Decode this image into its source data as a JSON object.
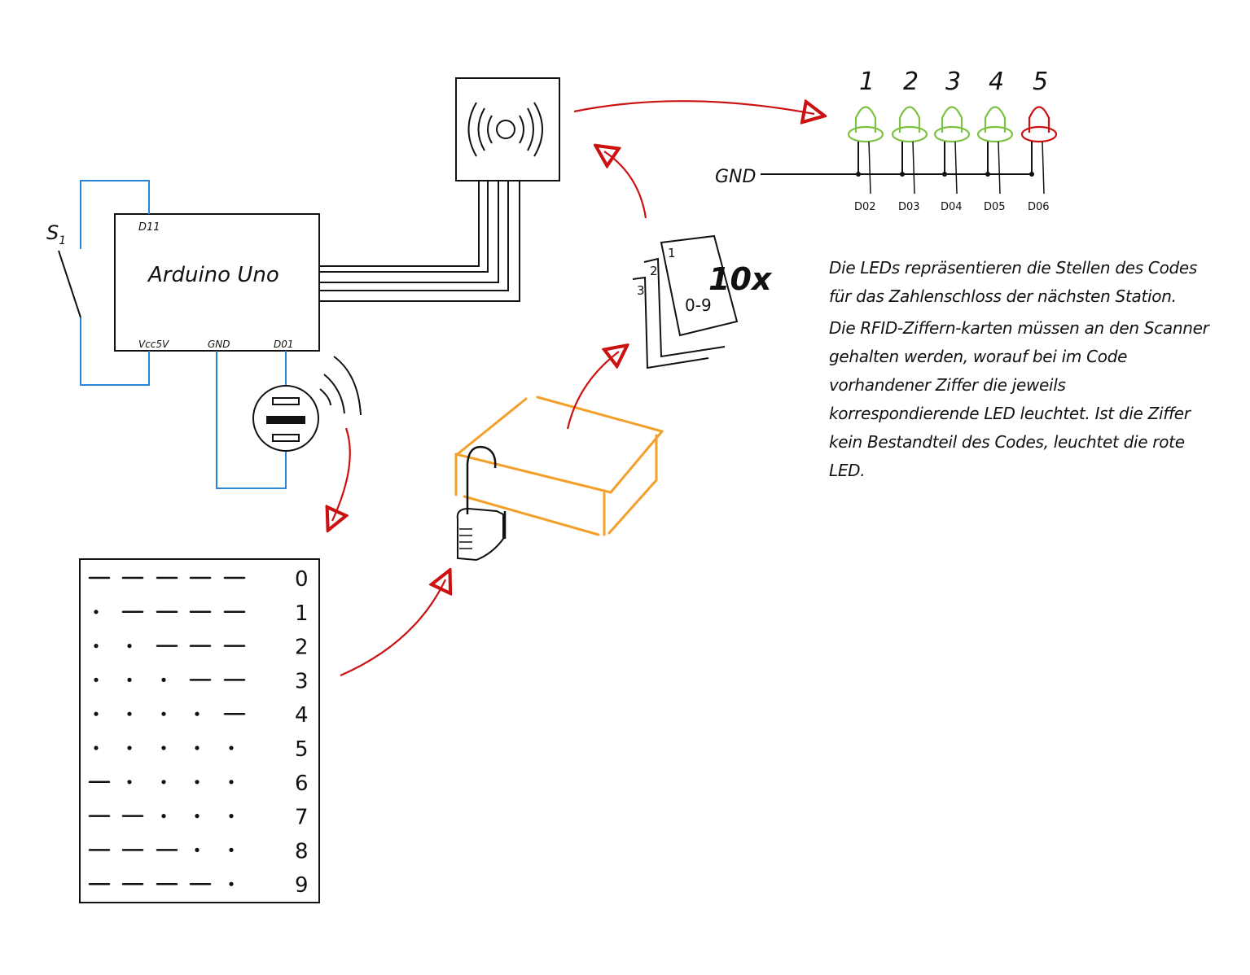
{
  "colors": {
    "ink": "#111111",
    "wire_blue": "#2a86db",
    "arrow_red": "#cc1111",
    "led_green": "#7dc142",
    "led_red": "#cc1111",
    "box_orange": "#f2a02a"
  },
  "arduino": {
    "label": "Arduino Uno",
    "pin_d11": "D11",
    "pin_vcc": "Vcc5V",
    "pin_gnd": "GND",
    "pin_d01": "D01"
  },
  "switch": {
    "label": "S",
    "subscript": "1"
  },
  "leds": {
    "gnd_label": "GND",
    "items": [
      {
        "number": "1",
        "pin": "D02",
        "color": "green"
      },
      {
        "number": "2",
        "pin": "D03",
        "color": "green"
      },
      {
        "number": "3",
        "pin": "D04",
        "color": "green"
      },
      {
        "number": "4",
        "pin": "D05",
        "color": "green"
      },
      {
        "number": "5",
        "pin": "D06",
        "color": "red"
      }
    ]
  },
  "cards": {
    "labels": [
      "1",
      "2",
      "3"
    ],
    "range": "0-9",
    "count": "10x"
  },
  "morse_table": {
    "rows": [
      {
        "digit": "0",
        "code": "-----"
      },
      {
        "digit": "1",
        "code": ".----"
      },
      {
        "digit": "2",
        "code": "..---"
      },
      {
        "digit": "3",
        "code": "...--"
      },
      {
        "digit": "4",
        "code": "....-"
      },
      {
        "digit": "5",
        "code": "....."
      },
      {
        "digit": "6",
        "code": "-...."
      },
      {
        "digit": "7",
        "code": "--..."
      },
      {
        "digit": "8",
        "code": "---.."
      },
      {
        "digit": "9",
        "code": "----."
      }
    ]
  },
  "notes": {
    "paragraph1": "Die LEDs repräsentieren die Stellen des Codes für das Zahlenschloss der nächsten Station.",
    "paragraph2": "Die RFID-Ziffern-karten müssen an den Scanner gehalten werden, worauf bei im Code vorhandener Ziffer die jeweils korrespondierende LED leuchtet. Ist die Ziffer kein Bestandteil des Codes, leuchtet die rote LED."
  }
}
